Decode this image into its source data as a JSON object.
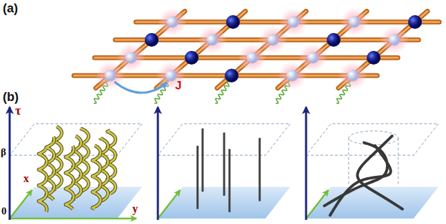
{
  "diagram": {
    "labels": [
      "(a)",
      "J",
      "(b)",
      "τ",
      "β",
      "0",
      "x",
      "y"
    ]
  }
}
